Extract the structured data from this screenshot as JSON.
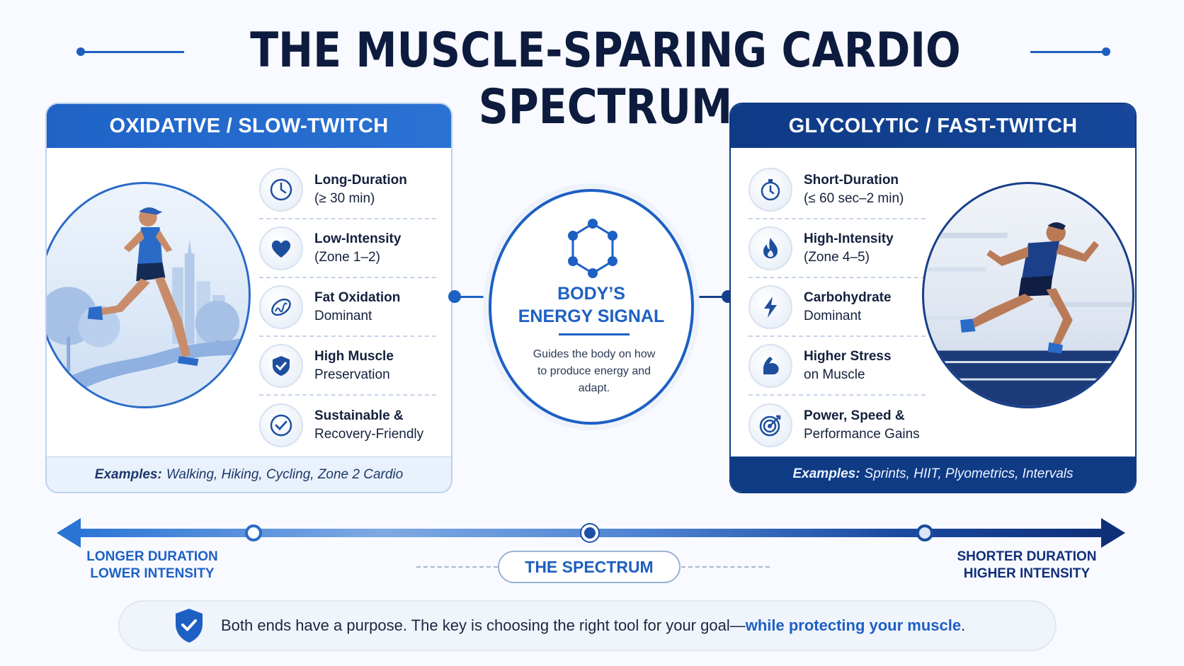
{
  "title": "THE MUSCLE-SPARING CARDIO SPECTRUM",
  "left_panel": {
    "header": "OXIDATIVE / SLOW-TWITCH",
    "features": [
      {
        "icon": "clock-icon",
        "line1": "Long-Duration",
        "line2": "(≥ 30 min)"
      },
      {
        "icon": "heart-icon",
        "line1": "Low-Intensity",
        "line2": "(Zone 1–2)"
      },
      {
        "icon": "mitochondria-icon",
        "line1": "Fat Oxidation",
        "line2": "Dominant"
      },
      {
        "icon": "shield-check-icon",
        "line1": "High Muscle",
        "line2": "Preservation"
      },
      {
        "icon": "check-circle-icon",
        "line1": "Sustainable &",
        "line2": "Recovery-Friendly"
      }
    ],
    "footer_label": "Examples:",
    "footer_text": "Walking, Hiking, Cycling, Zone 2 Cardio"
  },
  "right_panel": {
    "header": "GLYCOLYTIC / FAST-TWITCH",
    "features": [
      {
        "icon": "stopwatch-icon",
        "line1": "Short-Duration",
        "line2": "(≤ 60 sec–2 min)"
      },
      {
        "icon": "flame-icon",
        "line1": "High-Intensity",
        "line2": "(Zone 4–5)"
      },
      {
        "icon": "lightning-icon",
        "line1": "Carbohydrate",
        "line2": "Dominant"
      },
      {
        "icon": "flexed-arm-icon",
        "line1": "Higher Stress",
        "line2": "on Muscle"
      },
      {
        "icon": "target-icon",
        "line1": "Power, Speed &",
        "line2": "Performance Gains"
      }
    ],
    "footer_label": "Examples:",
    "footer_text": "Sprints, HIIT, Plyometrics, Intervals"
  },
  "center": {
    "title_line1": "BODY’S",
    "title_line2": "ENERGY SIGNAL",
    "description": "Guides the body on how to produce energy and adapt."
  },
  "spectrum": {
    "left_line1": "LONGER DURATION",
    "left_line2": "LOWER INTENSITY",
    "label": "THE SPECTRUM",
    "right_line1": "SHORTER DURATION",
    "right_line2": "HIGHER INTENSITY"
  },
  "callout": {
    "text": "Both ends have a purpose. The key is choosing the right tool for your goal—",
    "highlight": "while protecting your muscle",
    "end": "."
  },
  "colors": {
    "primary_blue": "#1d60c4",
    "navy": "#0f3b85",
    "title": "#0d1b3e"
  }
}
